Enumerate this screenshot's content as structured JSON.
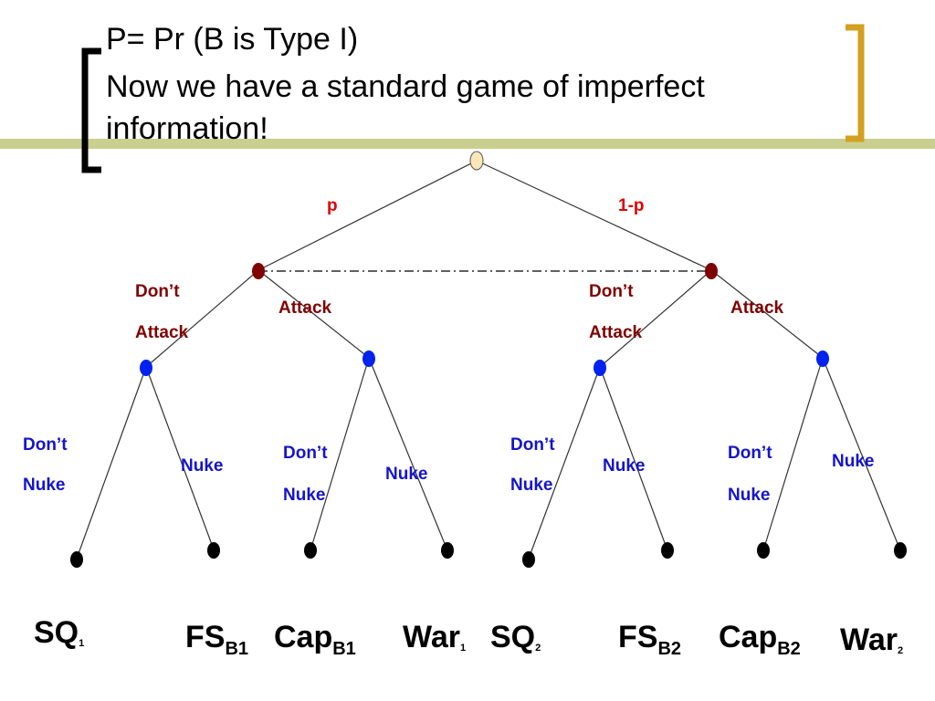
{
  "title": {
    "line1": "P= Pr (B is Type I)",
    "line2": "Now we have a standard game of imperfect",
    "line3": "information!"
  },
  "colors": {
    "accent_bar": "#c9cf8e",
    "bracket": "#d4a020",
    "bracket_left": "#000000",
    "chance_node": "#fbe6b8",
    "b_node": "#800000",
    "a_node": "#0022ee",
    "terminal_node": "#000000",
    "prob_text": "#e00000",
    "b_action_text": "#800000",
    "a_action_text": "#1414cc"
  },
  "tree": {
    "chance_branches": {
      "left": "p",
      "right": "1-p"
    },
    "b_actions": {
      "left_dont_line1": "Don’t",
      "left_dont_line2": "Attack",
      "left_attack": "Attack",
      "right_dont_line1": "Don’t",
      "right_dont_line2": "Attack",
      "right_attack": "Attack"
    },
    "a_actions": [
      {
        "dont_line1": "Don’t",
        "dont_line2": "Nuke",
        "nuke": "Nuke"
      },
      {
        "dont_line1": "Don’t",
        "dont_line2": "Nuke",
        "nuke": "Nuke"
      },
      {
        "dont_line1": "Don’t",
        "dont_line2": "Nuke",
        "nuke": "Nuke"
      },
      {
        "dont_line1": "Don’t",
        "dont_line2": "Nuke",
        "nuke": "Nuke"
      }
    ],
    "outcomes": [
      {
        "main": "SQ",
        "sub": "1"
      },
      {
        "main": "FS",
        "sub": "B1"
      },
      {
        "main": "Cap",
        "sub": "B1"
      },
      {
        "main": "War",
        "sub": "1"
      },
      {
        "main": "SQ",
        "sub": "2"
      },
      {
        "main": "FS",
        "sub": "B2"
      },
      {
        "main": "Cap",
        "sub": "B2"
      },
      {
        "main": "War",
        "sub": "2"
      }
    ]
  }
}
